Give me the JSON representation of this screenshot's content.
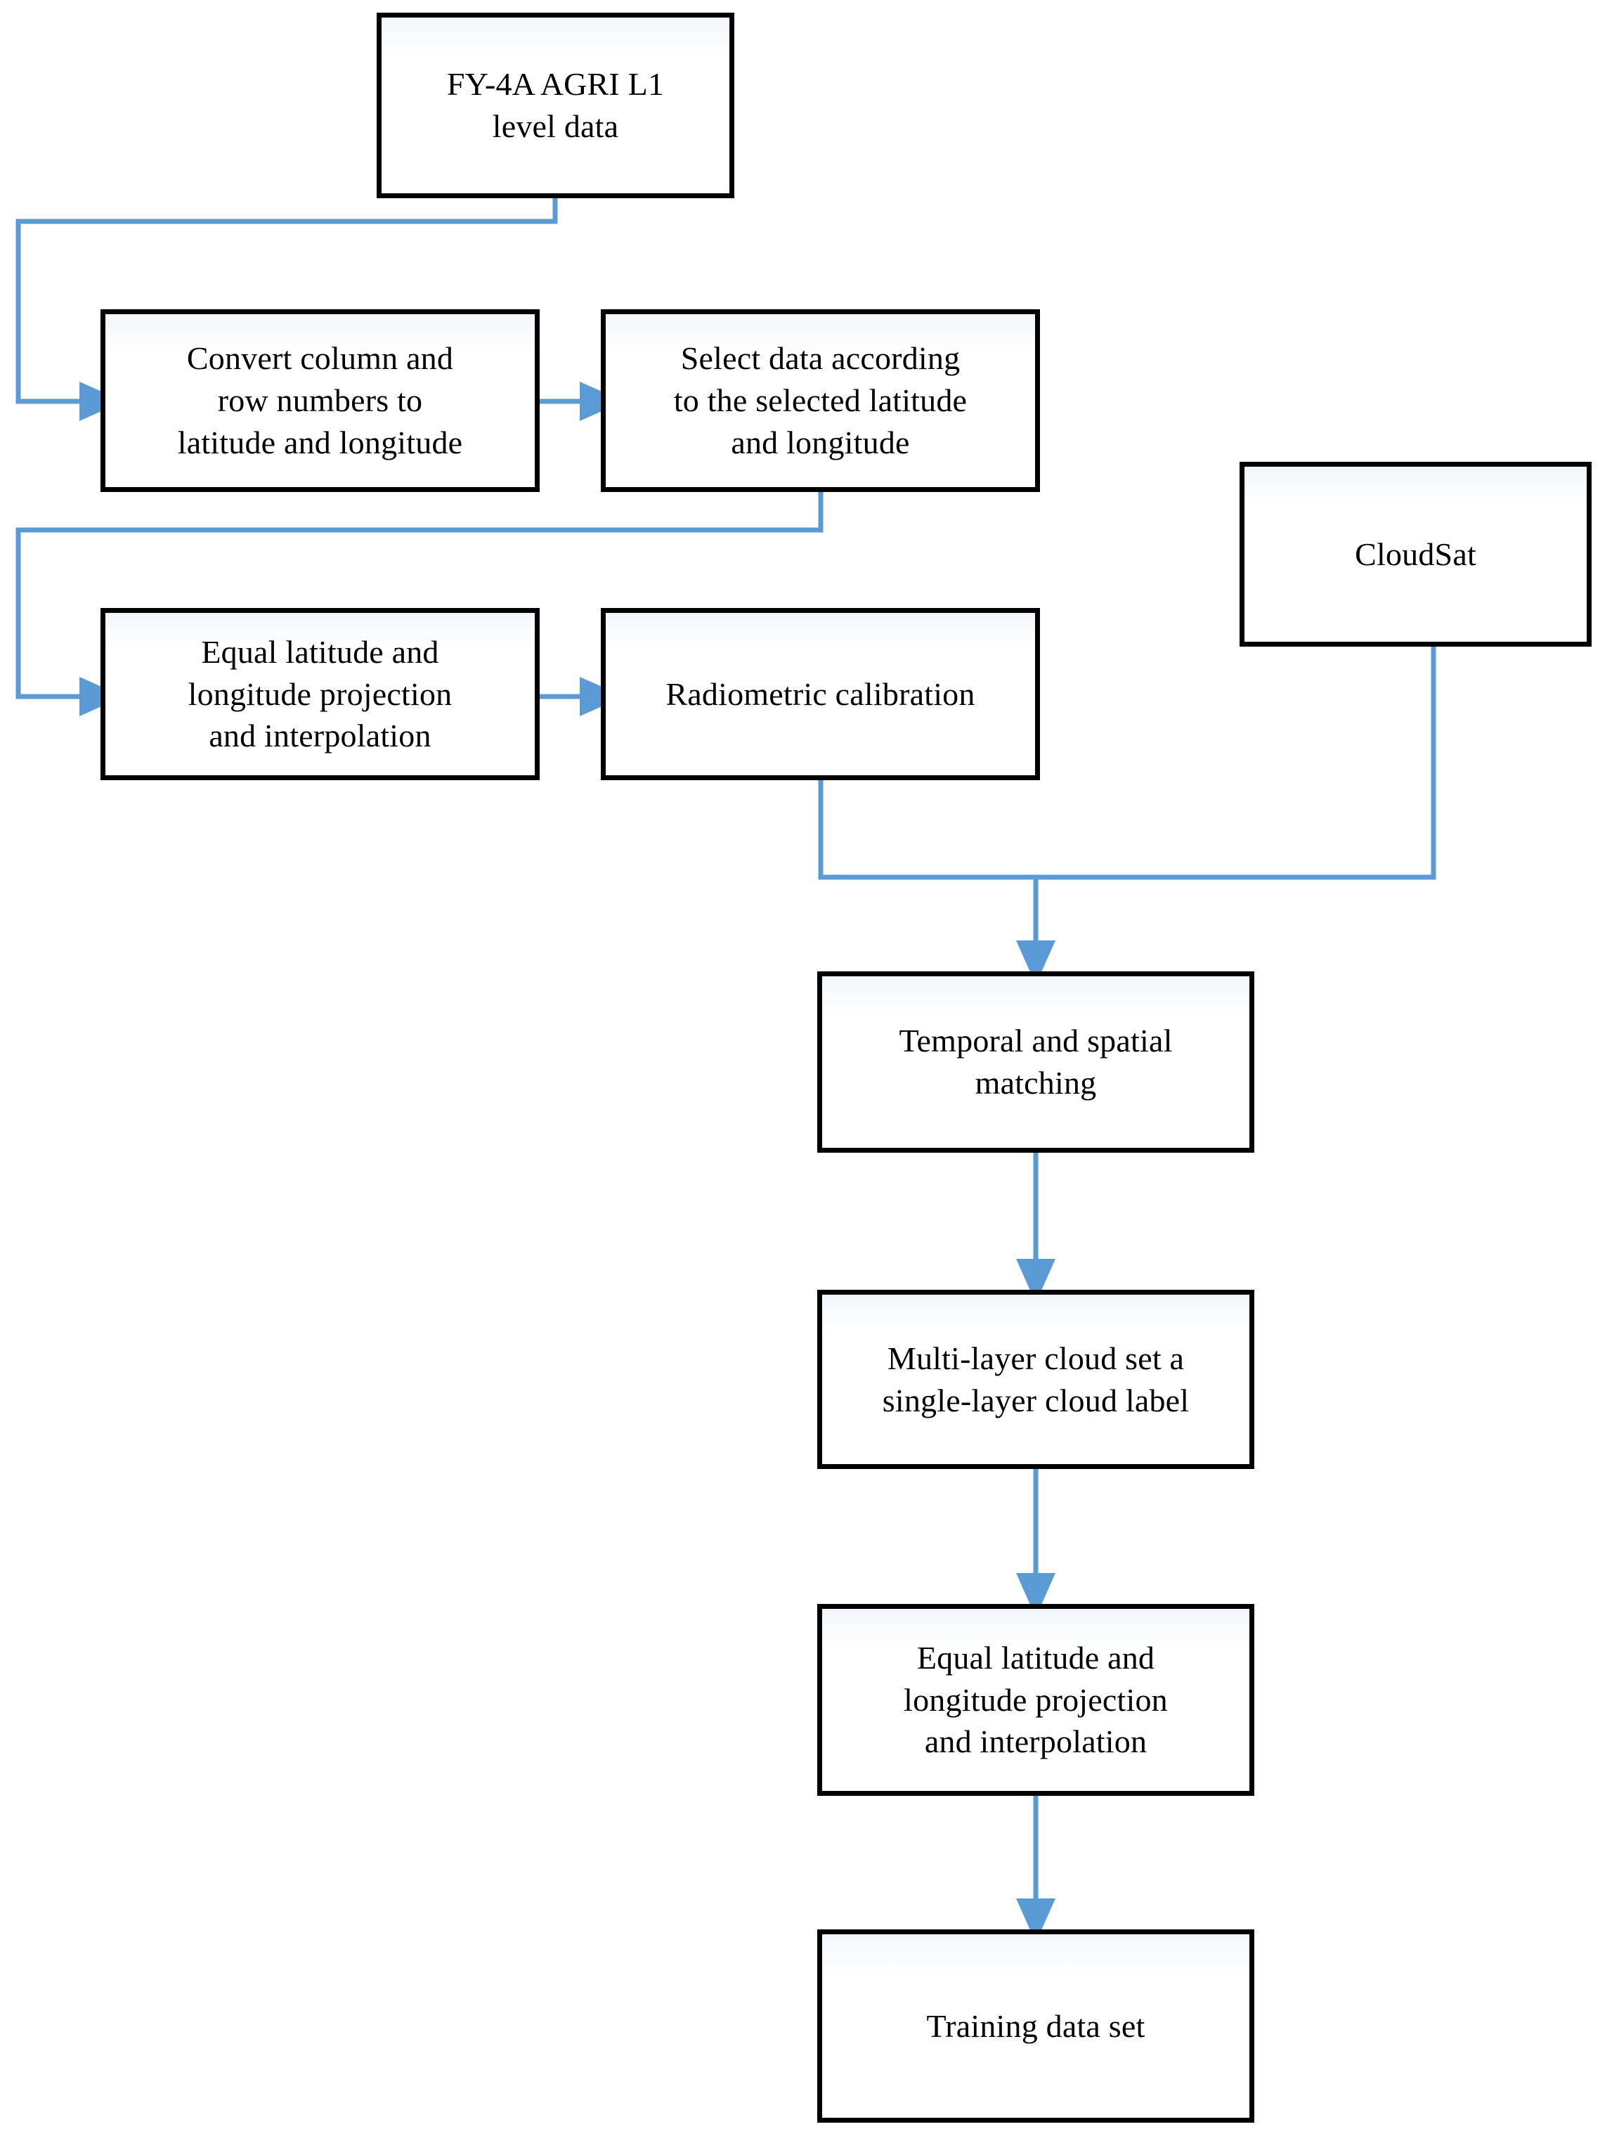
{
  "diagram": {
    "title": "FY-4A AGRI and CloudSat training data set preparation flowchart",
    "accent_color": "#5B9BD5",
    "node_border_color": "#000000",
    "node_fill_color": "#FFFFFF",
    "nodes": [
      {
        "id": "fy4a",
        "label": "FY-4A AGRI L1\nlevel data"
      },
      {
        "id": "convert",
        "label": "Convert column and\nrow numbers to\nlatitude and longitude"
      },
      {
        "id": "select",
        "label": "Select data according\nto the selected latitude\nand longitude"
      },
      {
        "id": "projection1",
        "label": "Equal latitude and\nlongitude projection\nand interpolation"
      },
      {
        "id": "radiometric",
        "label": "Radiometric calibration"
      },
      {
        "id": "cloudsat",
        "label": "CloudSat"
      },
      {
        "id": "matching",
        "label": "Temporal and spatial\nmatching"
      },
      {
        "id": "cloudlabel",
        "label": "Multi-layer cloud set a\nsingle-layer cloud label"
      },
      {
        "id": "projection2",
        "label": "Equal latitude and\nlongitude projection\nand interpolation"
      },
      {
        "id": "trainingset",
        "label": "Training data set"
      }
    ],
    "edges": [
      {
        "from": "fy4a",
        "to": "convert",
        "style": "elbow-left"
      },
      {
        "from": "convert",
        "to": "select",
        "style": "straight-right"
      },
      {
        "from": "select",
        "to": "projection1",
        "style": "elbow-left"
      },
      {
        "from": "projection1",
        "to": "radiometric",
        "style": "straight-right"
      },
      {
        "from": "radiometric",
        "to": "matching",
        "style": "merge-down"
      },
      {
        "from": "cloudsat",
        "to": "matching",
        "style": "merge-down"
      },
      {
        "from": "matching",
        "to": "cloudlabel",
        "style": "straight-down"
      },
      {
        "from": "cloudlabel",
        "to": "projection2",
        "style": "straight-down"
      },
      {
        "from": "projection2",
        "to": "trainingset",
        "style": "straight-down"
      }
    ]
  }
}
